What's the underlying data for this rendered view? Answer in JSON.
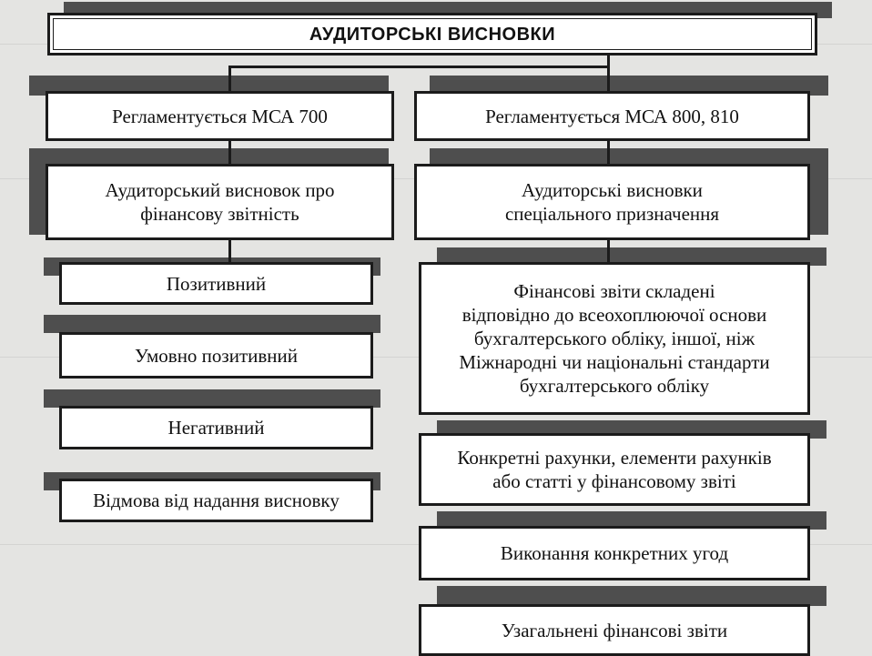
{
  "diagram": {
    "title": "АУДИТОРСЬКІ ВИСНОВКИ",
    "left_column": {
      "regulation": "Регламентується МСА 700",
      "category": "Аудиторський висновок про\nфінансову звітність",
      "types": [
        "Позитивний",
        "Умовно позитивний",
        "Негативний",
        "Відмова від надання висновку"
      ]
    },
    "right_column": {
      "regulation": "Регламентується МСА 800, 810",
      "category": "Аудиторські висновки\nспеціального призначення",
      "types": [
        "Фінансові звіти складені\nвідповідно до всеохоплюючої основи\nбухгалтерського обліку, іншої, ніж\nМіжнародні чи національні стандарти\nбухгалтерського обліку",
        "Конкретні рахунки, елементи рахунків\nабо статті у фінансовому звіті",
        "Виконання конкретних угод",
        "Узагальнені фінансові звіти"
      ]
    }
  }
}
